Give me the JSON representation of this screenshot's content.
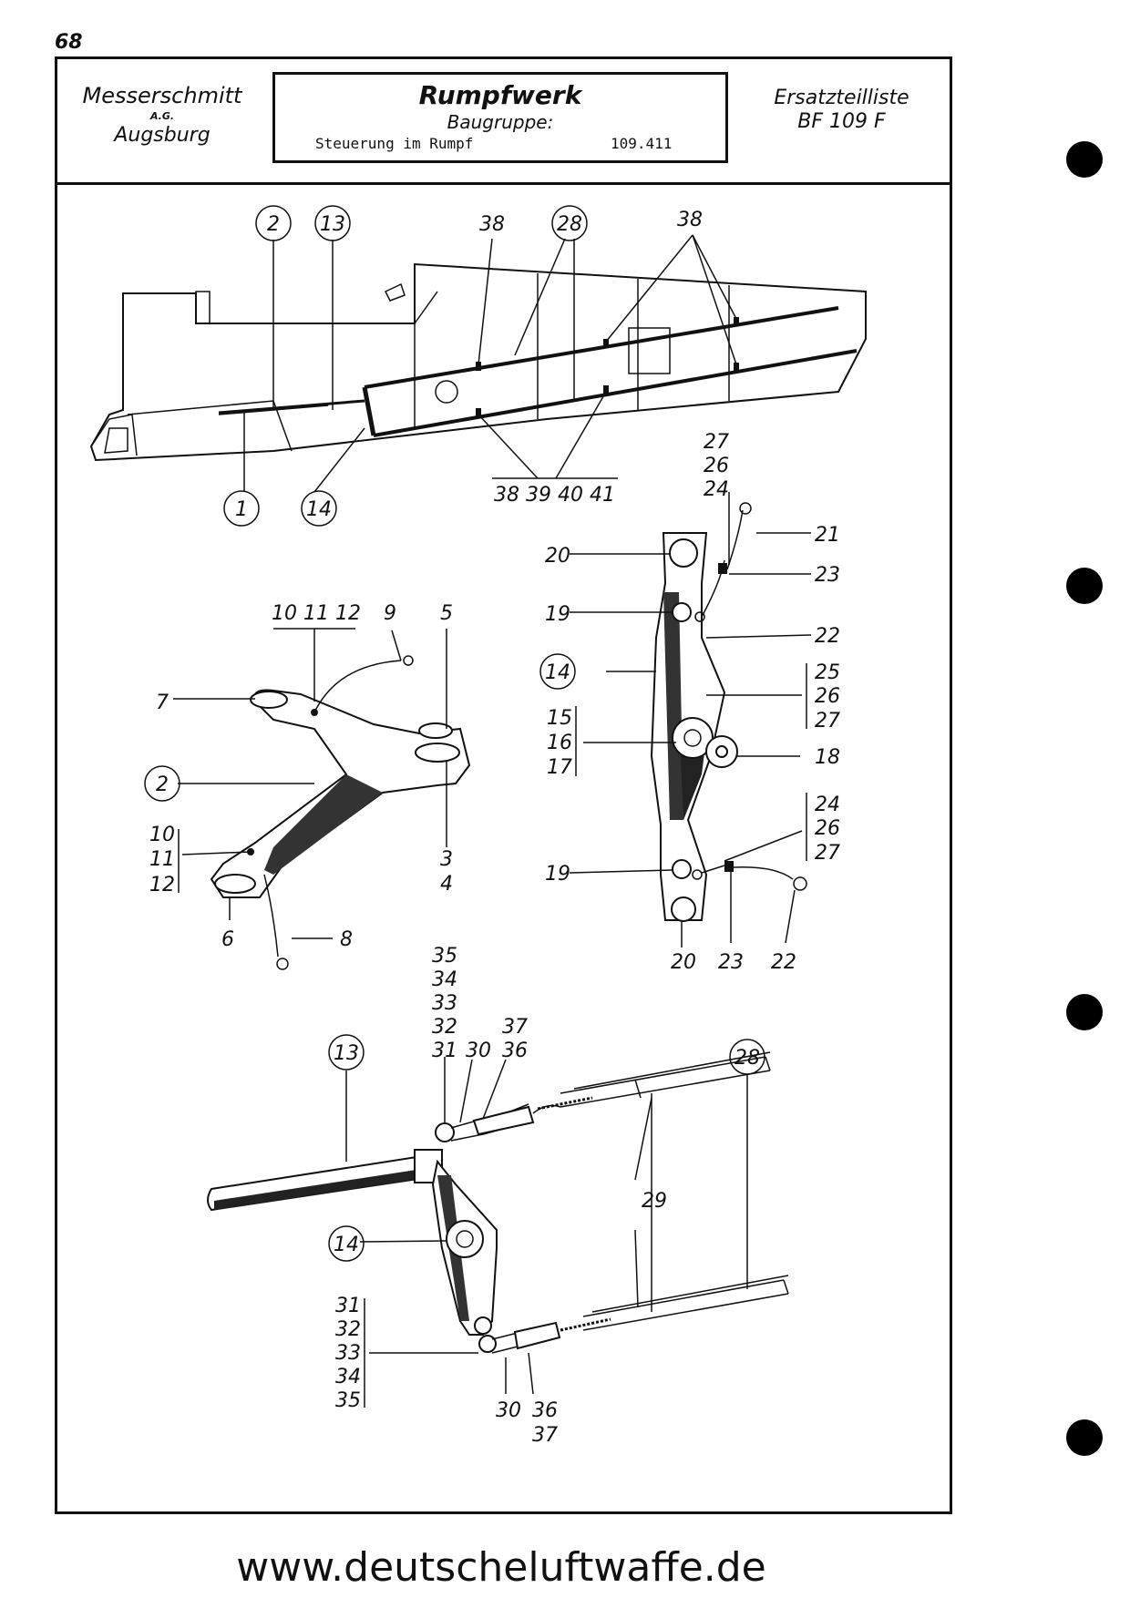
{
  "page_number": "68",
  "header": {
    "company_line1": "Messerschmitt",
    "company_line2": "A.G.",
    "company_line3": "Augsburg",
    "title": "Rumpfwerk",
    "subtitle": "Baugruppe:",
    "group_name": "Steuerung im Rumpf",
    "group_number": "109.411",
    "doc_type_line1": "Ersatzteilliste",
    "doc_type_line2": "BF 109 F"
  },
  "callouts": {
    "fuselage": {
      "c2": "2",
      "c13": "13",
      "c38a": "38",
      "c28": "28",
      "c38b": "38",
      "c1": "1",
      "c14": "14",
      "group": "38 39 40 41"
    },
    "bellcrank": {
      "group": "10 11 12",
      "c9": "9",
      "c5": "5",
      "c7": "7",
      "c2": "2",
      "c10": "10",
      "c11": "11",
      "c12": "12",
      "c3": "3",
      "c4": "4",
      "c6": "6",
      "c8": "8"
    },
    "lever": {
      "c27a": "27",
      "c26a": "26",
      "c24a": "24",
      "c21": "21",
      "c20a": "20",
      "c23a": "23",
      "c19a": "19",
      "c22a": "22",
      "c14": "14",
      "c25": "25",
      "c26b": "26",
      "c27b": "27",
      "c15": "15",
      "c16": "16",
      "c17": "17",
      "c18": "18",
      "c24b": "24",
      "c26c": "26",
      "c27c": "27",
      "c19b": "19",
      "c20b": "20",
      "c23b": "23",
      "c22b": "22"
    },
    "assembly": {
      "c35a": "35",
      "c34a": "34",
      "c33a": "33",
      "c32a": "32",
      "c31a": "31",
      "c30a": "30",
      "c37a": "37",
      "c36a": "36",
      "c13": "13",
      "c28": "28",
      "c29": "29",
      "c14": "14",
      "c31b": "31",
      "c32b": "32",
      "c33b": "33",
      "c34b": "34",
      "c35b": "35",
      "c30b": "30",
      "c36b": "36",
      "c37b": "37"
    }
  },
  "footer_url": "www.deutscheluftwaffe.de"
}
